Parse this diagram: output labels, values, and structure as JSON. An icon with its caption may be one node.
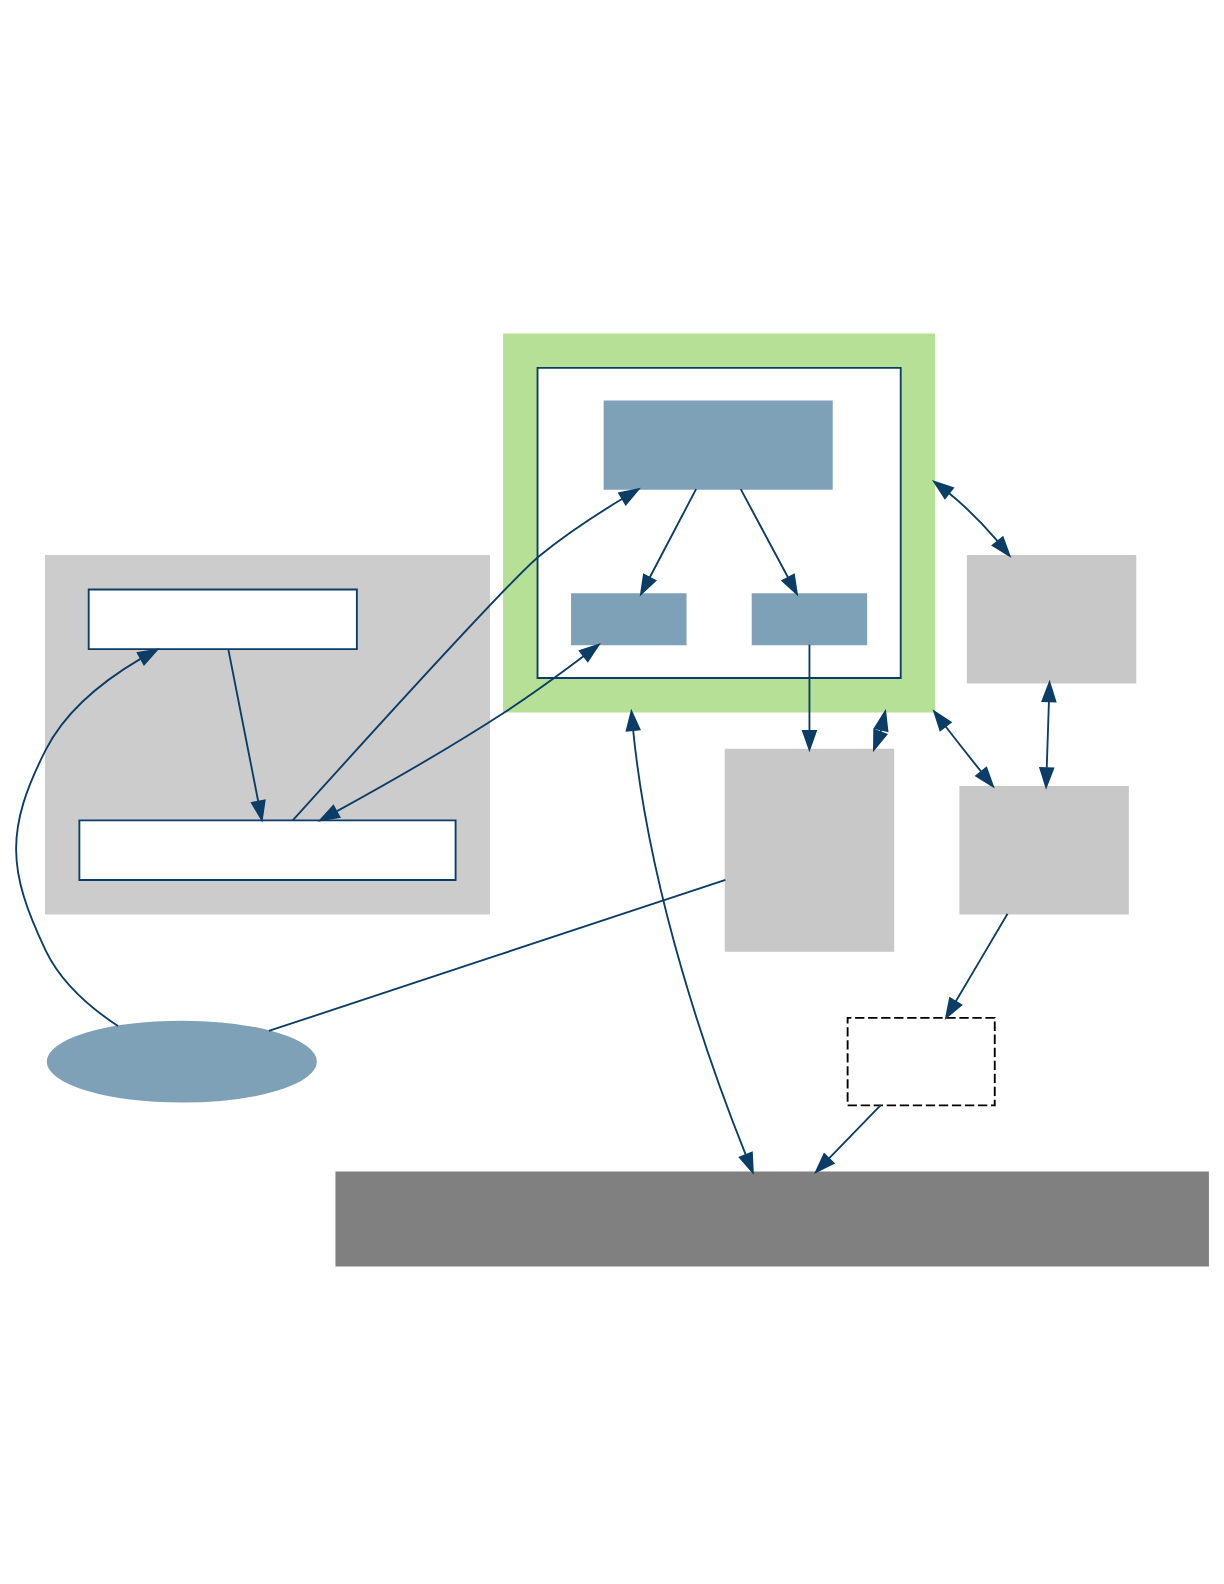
{
  "diagram": {
    "nodes": [
      {
        "text": [],
        "shape": "box"
      },
      {
        "text": [],
        "shape": "box",
        "in": 0
      },
      {
        "text": [],
        "shape": "box",
        "in": 0
      },
      {
        "text": [],
        "shape": "box"
      },
      {
        "text": [],
        "shape": "box",
        "in": 3
      },
      {
        "text": [],
        "shape": "box",
        "in": 4
      },
      {
        "text": [],
        "shape": "box",
        "in": 4
      },
      {
        "text": [],
        "shape": "box",
        "in": 4
      },
      {
        "text": [],
        "shape": "ellipse"
      },
      {
        "text": [],
        "shape": "box"
      },
      {
        "text": [],
        "shape": "box"
      },
      {
        "text": [],
        "shape": "box"
      },
      {
        "text": [],
        "shape": "box"
      },
      {
        "text": [],
        "shape": "box"
      }
    ],
    "edges": [
      {
        "from": 8,
        "to": 1,
        "arrow": "to"
      },
      {
        "from": 10,
        "to": 8,
        "arrow": "none"
      },
      {
        "from": 1,
        "to": 2,
        "arrow": "to"
      },
      {
        "from": 2,
        "to": 5,
        "arrow": "to"
      },
      {
        "from": 5,
        "to": 6,
        "arrow": "to"
      },
      {
        "from": 5,
        "to": 7,
        "arrow": "to"
      },
      {
        "from": 6,
        "to": 2,
        "arrow": "both"
      },
      {
        "from": 7,
        "to": 10,
        "arrow": "to"
      },
      {
        "from": 3,
        "to": 9,
        "arrow": "both"
      },
      {
        "from": 3,
        "to": 11,
        "arrow": "both"
      },
      {
        "from": 3,
        "to": 10,
        "arrow": "both"
      },
      {
        "from": 9,
        "to": 11,
        "arrow": "both"
      },
      {
        "from": 11,
        "to": 13,
        "arrow": "to"
      },
      {
        "from": 13,
        "to": 12,
        "arrow": "to"
      },
      {
        "from": 3,
        "to": 12,
        "arrow": "both"
      }
    ]
  }
}
